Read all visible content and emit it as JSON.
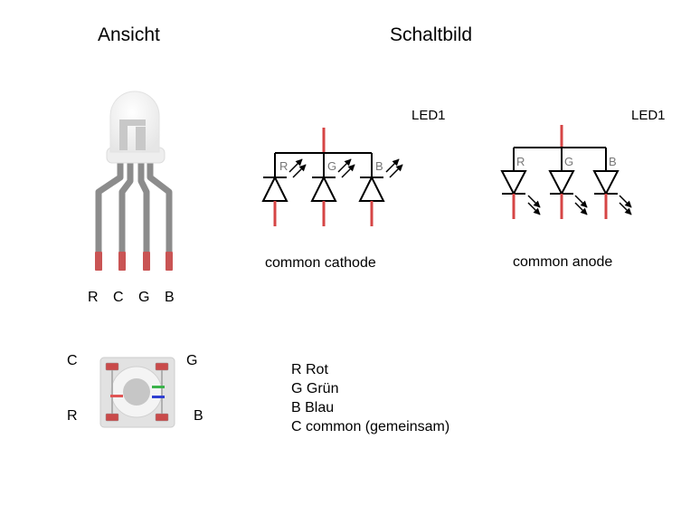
{
  "headings": {
    "view": "Ansicht",
    "schematic": "Schaltbild"
  },
  "led_label": "LED1",
  "cathode": {
    "caption": "common cathode",
    "channels": [
      "R",
      "G",
      "B"
    ]
  },
  "anode": {
    "caption": "common anode",
    "channels": [
      "R",
      "G",
      "B"
    ]
  },
  "pins_front": [
    "R",
    "C",
    "G",
    "B"
  ],
  "pins_top": {
    "top_left": "C",
    "top_right": "G",
    "bottom_left": "R",
    "bottom_right": "B"
  },
  "legend": [
    "R Rot",
    "G Grün",
    "B Blau",
    "C common (gemeinsam)"
  ],
  "colors": {
    "wire": "#000000",
    "lead_red": "#d64545",
    "leg_gray": "#8c8c8c",
    "pad_red": "#c94a4a",
    "led_green": "#3bb34a",
    "led_blue": "#2f3fd1"
  }
}
